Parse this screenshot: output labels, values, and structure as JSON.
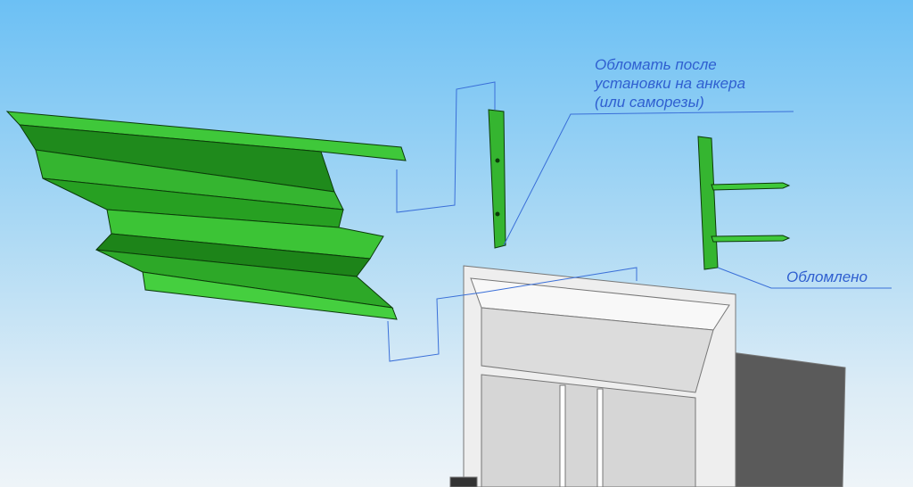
{
  "annotations": {
    "break_off_note": [
      "Обломать после",
      "установки на анкера",
      "(или саморезы)"
    ],
    "broken_off_note": "Обломлено"
  },
  "colors": {
    "green": "#2fb52a",
    "dark_green": "#1c7a19",
    "annotation": "#3a6fd8"
  }
}
